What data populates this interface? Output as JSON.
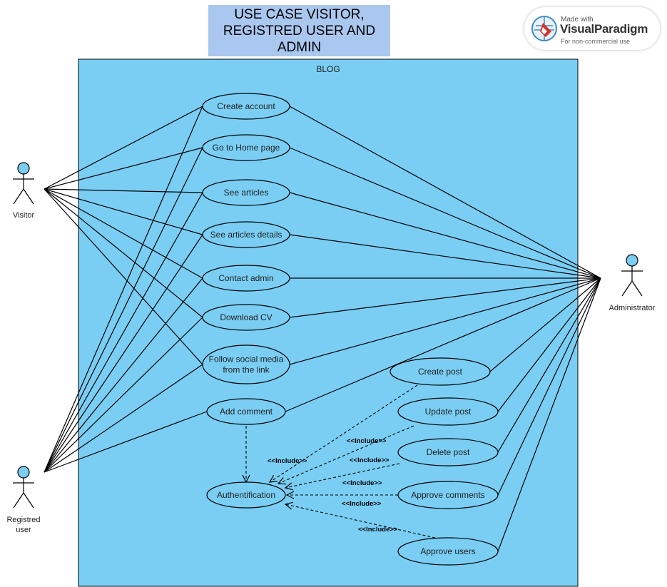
{
  "title": "USE CASE VISITOR, REGISTRED USER AND ADMIN",
  "title_lines": [
    "USE CASE VISITOR,",
    "REGISTRED USER AND",
    "ADMIN"
  ],
  "system_boundary": {
    "label": "BLOG",
    "color": "#7acef4"
  },
  "badge": {
    "made_with": "Made with",
    "brand": "VisualParadigm",
    "subtitle": "For non-commercial use"
  },
  "actors": {
    "visitor": {
      "label_lines": [
        "Visitor"
      ]
    },
    "registered_user": {
      "label_lines": [
        "Registred",
        "user"
      ]
    },
    "admin": {
      "label_lines": [
        "Administrator"
      ]
    }
  },
  "use_cases": [
    {
      "id": "create_account",
      "label_lines": [
        "Create account"
      ]
    },
    {
      "id": "go_home",
      "label_lines": [
        "Go to Home page"
      ]
    },
    {
      "id": "see_articles",
      "label_lines": [
        "See articles"
      ]
    },
    {
      "id": "see_details",
      "label_lines": [
        "See articles details"
      ]
    },
    {
      "id": "contact_admin",
      "label_lines": [
        "Contact admin"
      ]
    },
    {
      "id": "download_cv",
      "label_lines": [
        "Download CV"
      ]
    },
    {
      "id": "follow_social",
      "label_lines": [
        "Follow social media",
        "from the link"
      ]
    },
    {
      "id": "add_comment",
      "label_lines": [
        "Add comment"
      ]
    },
    {
      "id": "authentification",
      "label_lines": [
        "Authentification"
      ]
    },
    {
      "id": "create_post",
      "label_lines": [
        "Create post"
      ]
    },
    {
      "id": "update_post",
      "label_lines": [
        "Update post"
      ]
    },
    {
      "id": "delete_post",
      "label_lines": [
        "Delete post"
      ]
    },
    {
      "id": "approve_comments",
      "label_lines": [
        "Approve comments"
      ]
    },
    {
      "id": "approve_users",
      "label_lines": [
        "Approve users"
      ]
    }
  ],
  "include_label": "<<Include>>",
  "associations": [
    [
      "visitor",
      "create_account"
    ],
    [
      "visitor",
      "go_home"
    ],
    [
      "visitor",
      "see_articles"
    ],
    [
      "visitor",
      "see_details"
    ],
    [
      "visitor",
      "contact_admin"
    ],
    [
      "visitor",
      "download_cv"
    ],
    [
      "visitor",
      "follow_social"
    ],
    [
      "registered_user",
      "create_account"
    ],
    [
      "registered_user",
      "go_home"
    ],
    [
      "registered_user",
      "see_articles"
    ],
    [
      "registered_user",
      "see_details"
    ],
    [
      "registered_user",
      "contact_admin"
    ],
    [
      "registered_user",
      "download_cv"
    ],
    [
      "registered_user",
      "follow_social"
    ],
    [
      "registered_user",
      "add_comment"
    ],
    [
      "admin",
      "create_account"
    ],
    [
      "admin",
      "go_home"
    ],
    [
      "admin",
      "see_articles"
    ],
    [
      "admin",
      "see_details"
    ],
    [
      "admin",
      "contact_admin"
    ],
    [
      "admin",
      "download_cv"
    ],
    [
      "admin",
      "follow_social"
    ],
    [
      "admin",
      "add_comment"
    ],
    [
      "admin",
      "create_post"
    ],
    [
      "admin",
      "update_post"
    ],
    [
      "admin",
      "delete_post"
    ],
    [
      "admin",
      "approve_comments"
    ],
    [
      "admin",
      "approve_users"
    ]
  ],
  "includes": [
    "add_comment",
    "create_post",
    "update_post",
    "delete_post",
    "approve_comments",
    "approve_users"
  ]
}
